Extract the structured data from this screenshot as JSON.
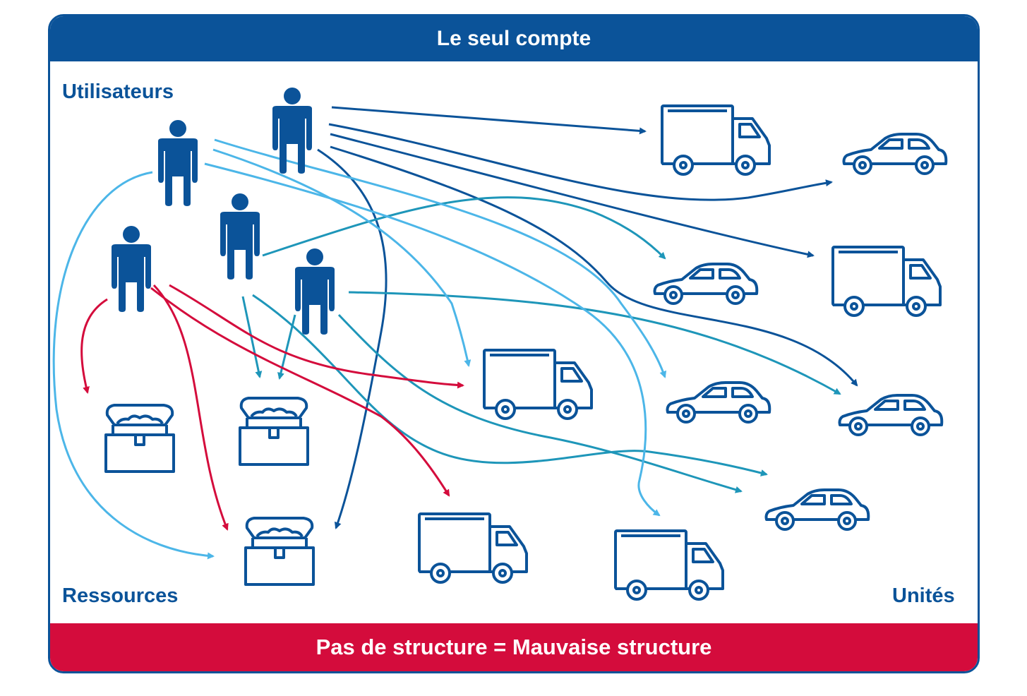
{
  "header": {
    "title": "Le seul compte"
  },
  "labels": {
    "users": "Utilisateurs",
    "resources": "Ressources",
    "units": "Unités"
  },
  "footer": {
    "text": "Pas de structure = Mauvaise structure"
  },
  "colors": {
    "frame": "#0b5399",
    "footer": "#d40c3c",
    "arrow_dark": "#0b5399",
    "arrow_mid": "#1e96b9",
    "arrow_light": "#4cb6e8",
    "arrow_red": "#d40c3c"
  },
  "icons": [
    "person-icon",
    "truck-icon",
    "car-icon",
    "treasure-chest-icon"
  ]
}
